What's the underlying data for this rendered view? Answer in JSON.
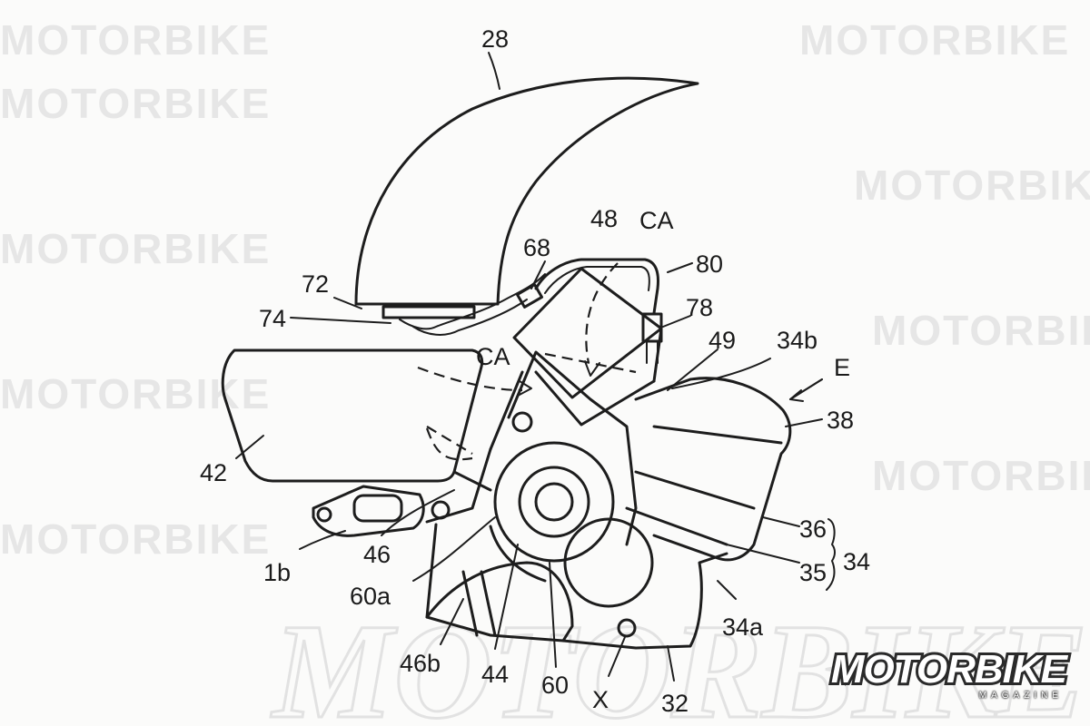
{
  "labels": {
    "l28": "28",
    "l72": "72",
    "l74": "74",
    "l68": "68",
    "l48": "48",
    "lCA1": "CA",
    "l80": "80",
    "l78": "78",
    "l49": "49",
    "l34b": "34b",
    "lE": "E",
    "lCA2": "CA",
    "l38": "38",
    "l42": "42",
    "l36": "36",
    "l34": "34",
    "l35": "35",
    "l1b": "1b",
    "l46": "46",
    "l60a": "60a",
    "l34a": "34a",
    "l46b": "46b",
    "l44": "44",
    "l60": "60",
    "lX": "X",
    "l32": "32"
  },
  "watermark": {
    "brand": "MOTORBIKE",
    "tagline": "MAGAZINE"
  },
  "colors": {
    "ink": "#1d1d1d",
    "paper": "#fbfbfa",
    "watermark": "#e6e6e6"
  }
}
